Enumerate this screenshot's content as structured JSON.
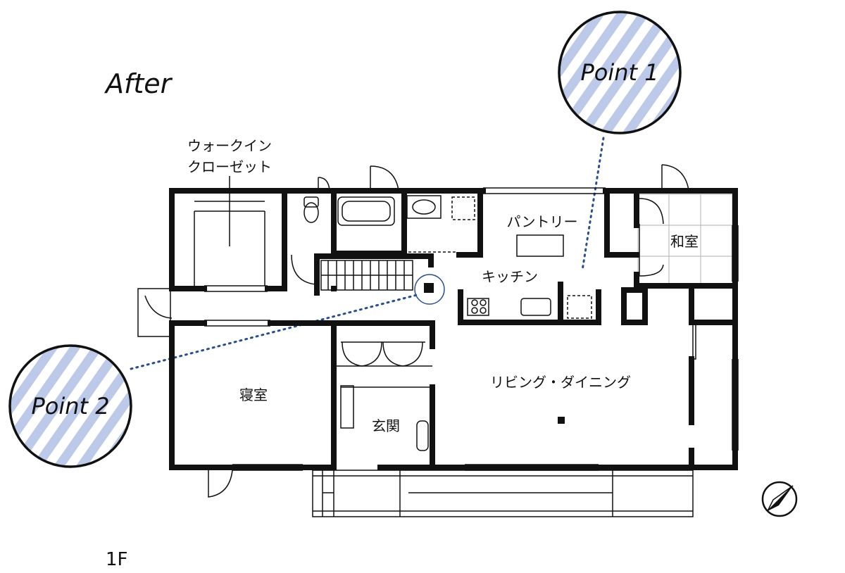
{
  "labels": {
    "after": "After",
    "floor": "1F",
    "point1": "Point 1",
    "point2": "Point 2"
  },
  "rooms": {
    "walk_in_closet_line1": "ウォークイン",
    "walk_in_closet_line2": "クローゼット",
    "pantry": "パントリー",
    "kitchen": "キッチン",
    "japanese_room": "和室",
    "bedroom": "寝室",
    "entrance": "玄関",
    "living_dining": "リビング・ダイニング"
  },
  "icons": {
    "compass": "compass-north-arrow-icon"
  },
  "colors": {
    "wall": "#111111",
    "badge_fill": "#b9c6e6",
    "badge_stripe": "#d9e1f3",
    "leader": "#2a4f8f",
    "tatami_grid": "#c8c8c8"
  }
}
